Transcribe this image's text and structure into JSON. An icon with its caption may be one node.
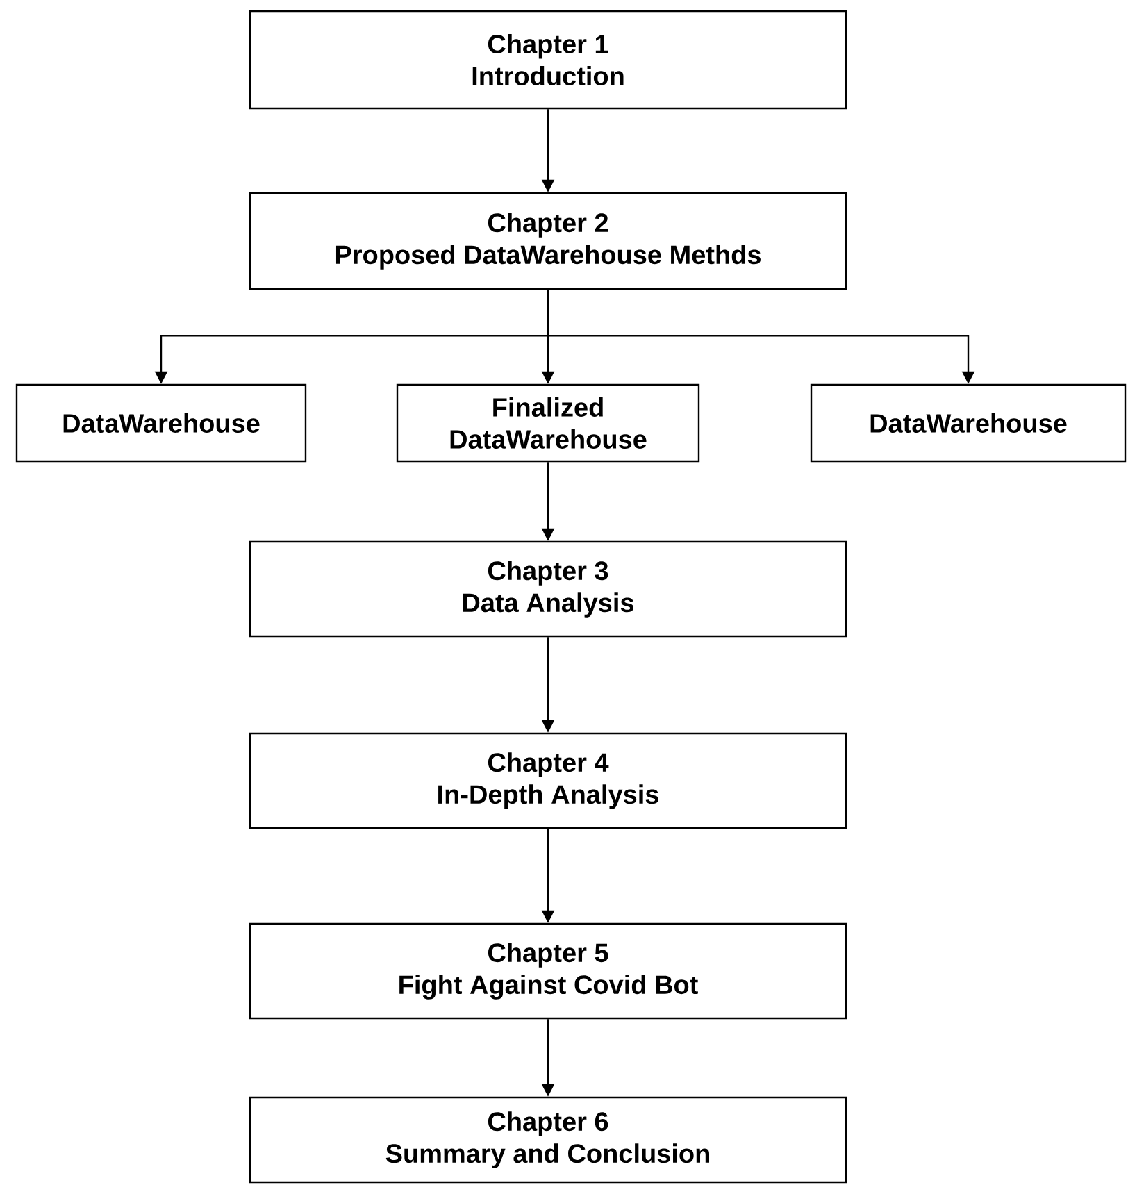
{
  "diagram": {
    "nodes": [
      {
        "text": [
          "Chapter 1",
          "Introduction"
        ]
      },
      {
        "text": [
          "Chapter 2",
          "Proposed DataWarehouse Methds"
        ]
      },
      {
        "text": [
          "DataWarehouse"
        ]
      },
      {
        "text": [
          "Finalized",
          "DataWarehouse"
        ]
      },
      {
        "text": [
          "DataWarehouse"
        ]
      },
      {
        "text": [
          "Chapter 3",
          "Data Analysis"
        ]
      },
      {
        "text": [
          "Chapter 4",
          "In-Depth Analysis"
        ]
      },
      {
        "text": [
          "Chapter 5",
          "Fight Against Covid Bot"
        ]
      },
      {
        "text": [
          "Chapter 6",
          "Summary and Conclusion"
        ]
      }
    ],
    "edges": [
      {
        "from": 0,
        "to": 1,
        "arrow": "to"
      },
      {
        "from": 1,
        "to": 2,
        "arrow": "to"
      },
      {
        "from": 1,
        "to": 3,
        "arrow": "to"
      },
      {
        "from": 1,
        "to": 4,
        "arrow": "to"
      },
      {
        "from": 3,
        "to": 5,
        "arrow": "to"
      },
      {
        "from": 5,
        "to": 6,
        "arrow": "to"
      },
      {
        "from": 6,
        "to": 7,
        "arrow": "to"
      },
      {
        "from": 7,
        "to": 8,
        "arrow": "to"
      }
    ]
  }
}
